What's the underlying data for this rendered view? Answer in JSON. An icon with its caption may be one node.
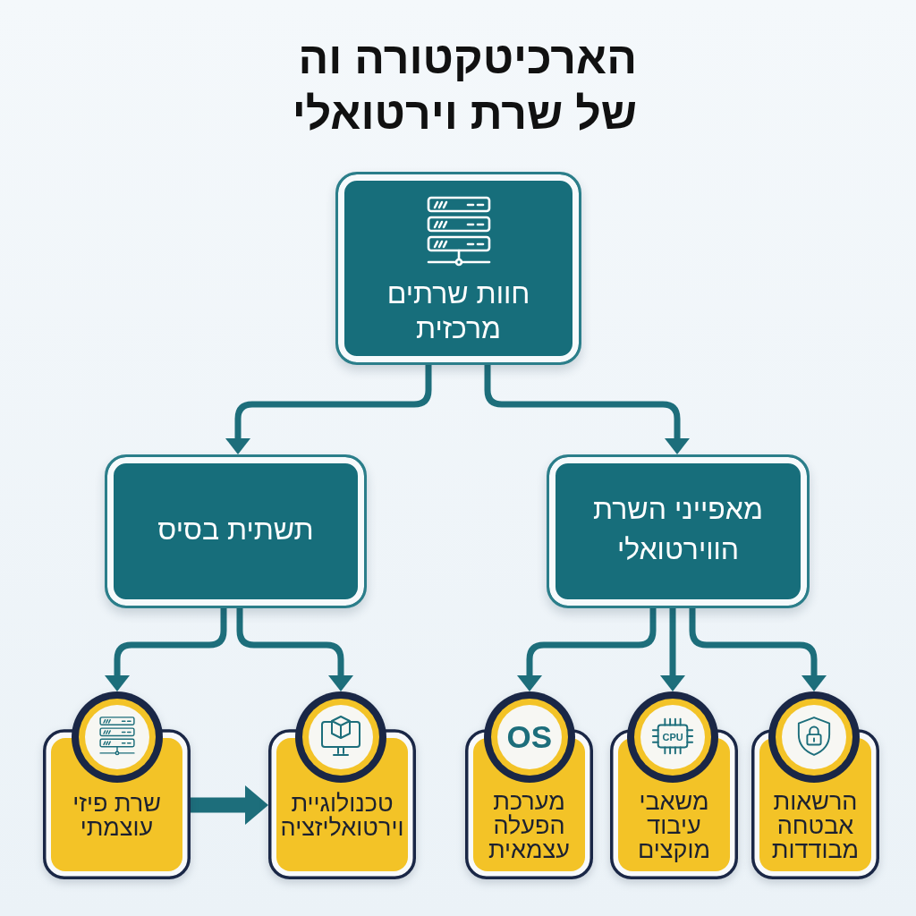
{
  "diagram": {
    "title": "הארכיטקטורה וה של שרת וירטואלי",
    "nodes": [
      {
        "text": [
          "חוות שרתים מרכזית"
        ]
      },
      {
        "text": [
          "מאפייני השרת הווירטואלי"
        ]
      },
      {
        "text": [
          "תשתית בסיס"
        ]
      },
      {
        "text": [
          "הרשאות אבטחה מבודדות"
        ]
      },
      {
        "text": [
          "CPU",
          "משאבי עיבוד מוקצים"
        ]
      },
      {
        "text": [
          "OS",
          "מערכת הפעלה עצמאית"
        ]
      },
      {
        "text": [
          "טכנולוגיית וירטואליזציה"
        ]
      },
      {
        "text": [
          "שרת פיזי עוצמתי"
        ]
      }
    ],
    "edges": [
      {
        "from": 0,
        "to": 1,
        "arrow": "to"
      },
      {
        "from": 0,
        "to": 2,
        "arrow": "to"
      },
      {
        "from": 1,
        "to": 3,
        "arrow": "to"
      },
      {
        "from": 1,
        "to": 4,
        "arrow": "to"
      },
      {
        "from": 1,
        "to": 5,
        "arrow": "to"
      },
      {
        "from": 2,
        "to": 6,
        "arrow": "to"
      },
      {
        "from": 2,
        "to": 7,
        "arrow": "to"
      },
      {
        "from": 7,
        "to": 6,
        "arrow": "to",
        "style": "thick"
      }
    ]
  }
}
